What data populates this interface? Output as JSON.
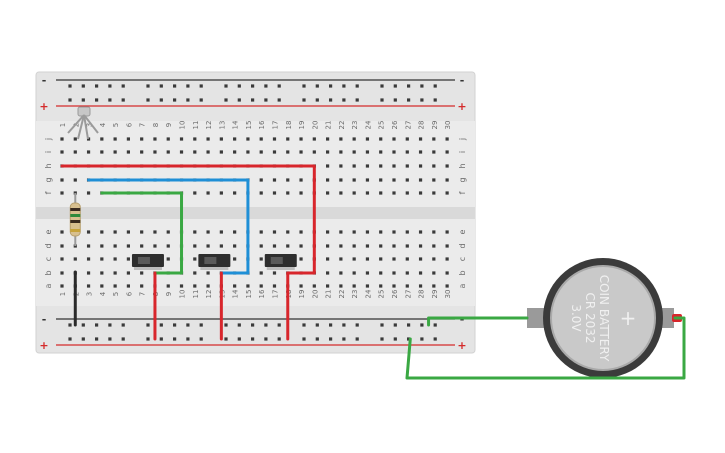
{
  "breadboard": {
    "row_letters_top": [
      "j",
      "i",
      "h",
      "g",
      "f"
    ],
    "row_letters_bottom": [
      "e",
      "d",
      "c",
      "b",
      "a"
    ],
    "column_numbers": [
      "1",
      "2",
      "3",
      "4",
      "5",
      "6",
      "7",
      "8",
      "9",
      "10",
      "11",
      "12",
      "13",
      "14",
      "15",
      "16",
      "17",
      "18",
      "19",
      "20",
      "21",
      "22",
      "23",
      "24",
      "25",
      "26",
      "27",
      "28",
      "29",
      "30"
    ],
    "rail_labels": {
      "minus": "-",
      "plus": "+"
    },
    "colors": {
      "board": "#e4e4e4",
      "board_edge": "#d2d2d2",
      "hole": "#3a3a3a",
      "rail_red": "#d42a2a",
      "rail_black": "#333333"
    }
  },
  "battery": {
    "line1": "COIN BATTERY",
    "line2": "CR 2032",
    "line3": "3.0V",
    "polarity": "+",
    "colors": {
      "body": "#3b3b3b",
      "cell": "#c9c9c9",
      "text": "#f0f0f0"
    }
  },
  "wire_colors": {
    "red": "#d8262c",
    "blue": "#1f8fd6",
    "green": "#3aa843",
    "black": "#2a2a2a"
  },
  "components": {
    "led": "rgb-led-icon",
    "resistor": "resistor-icon",
    "switches": [
      "slide-switch-icon",
      "slide-switch-icon",
      "slide-switch-icon"
    ]
  }
}
